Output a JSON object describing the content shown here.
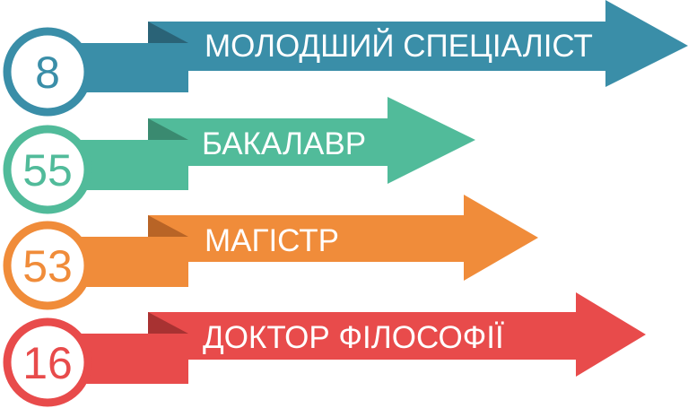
{
  "rows": [
    {
      "count": "8",
      "label": "МОЛОДШИЙ СПЕЦІАЛІСТ",
      "color": "#3a8ea8",
      "fold": "#2a6377"
    },
    {
      "count": "55",
      "label": "БАКАЛАВР",
      "color": "#51bb9a",
      "fold": "#3a8a70"
    },
    {
      "count": "53",
      "label": "МАГІСТР",
      "color": "#f08c3a",
      "fold": "#b86426"
    },
    {
      "count": "16",
      "label": "ДОКТОР ФІЛОСОФІЇ",
      "color": "#e84b4b",
      "fold": "#a83232"
    }
  ]
}
